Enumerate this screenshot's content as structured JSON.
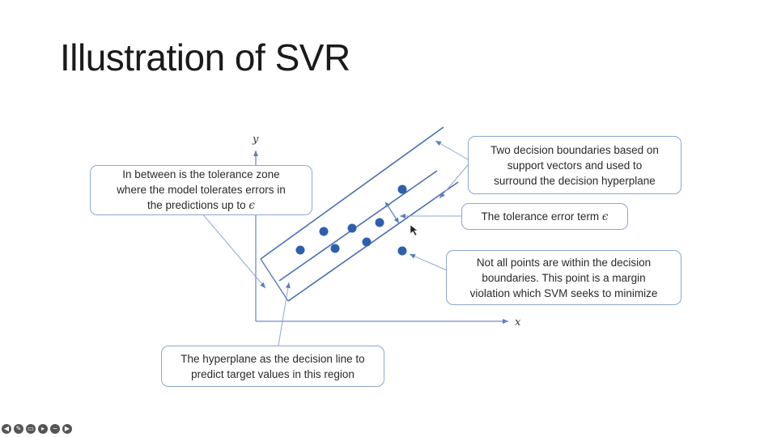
{
  "slide": {
    "title": "Illustration of SVR"
  },
  "axes": {
    "x_label": "x",
    "y_label": "y"
  },
  "callouts": {
    "tolerance_zone": {
      "line1": "In between is the tolerance zone",
      "line2": "where the model tolerates errors in",
      "line3": "the predictions up to",
      "symbol": "ϵ"
    },
    "boundaries": {
      "line1": "Two decision boundaries based on",
      "line2": "support vectors and used to",
      "line3": "surround the decision hyperplane"
    },
    "error_term": {
      "text": "The tolerance error term",
      "symbol": "ϵ"
    },
    "violation": {
      "line1": "Not all points are within the decision",
      "line2": "boundaries. This point is a margin",
      "line3": "violation which SVM seeks to minimize"
    },
    "hyperplane": {
      "line1": "The hyperplane as the decision line to",
      "line2": "predict target values in this region"
    }
  },
  "colors": {
    "accent": "#4472c4",
    "point": "#2e5fae",
    "callout_border": "#8ea7cf",
    "text": "#2a2a2a"
  },
  "toolbar": {
    "buttons": [
      {
        "name": "back-icon",
        "glyph": "◀"
      },
      {
        "name": "pen-icon",
        "glyph": "✎"
      },
      {
        "name": "captions-icon",
        "glyph": "▭"
      },
      {
        "name": "video-icon",
        "glyph": "▸"
      },
      {
        "name": "minus-icon",
        "glyph": "−"
      },
      {
        "name": "forward-icon",
        "glyph": "▶"
      }
    ]
  }
}
